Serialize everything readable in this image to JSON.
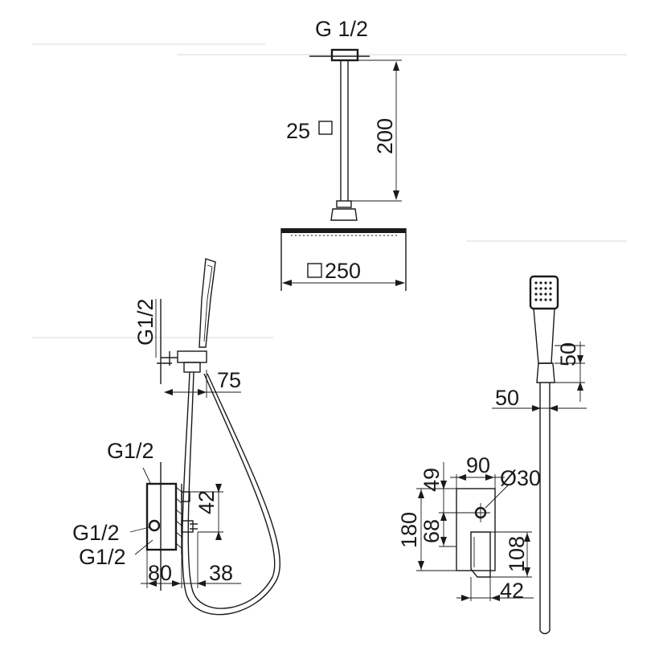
{
  "colors": {
    "line": "#1a1a1a",
    "background": "#ffffff",
    "ghost": "#d9d9d9"
  },
  "overhead_shower": {
    "connection_label": "G 1/2",
    "arm_section_label": "25",
    "arm_length_label": "200",
    "head_width_label": "250",
    "square_symbol": "square-symbol"
  },
  "side_view": {
    "holder_thread_label": "G1/2",
    "holder_depth_label": "75",
    "valve_thread_top_label": "G1/2",
    "outlet_spacing_label": "42",
    "valve_thread_mid_label": "G1/2",
    "valve_thread_bottom_label": "G1/2",
    "valve_depth_label": "80",
    "handle_depth_label": "38"
  },
  "front_view": {
    "hand_shower_height_label": "50",
    "holder_offset_label": "50",
    "plate_width_label": "90",
    "knob_diameter_label": "Ø30",
    "knob_top_label": "49",
    "plate_height_label": "180",
    "knob_center_label": "68",
    "lever_height_label": "108",
    "lever_width_label": "42"
  }
}
